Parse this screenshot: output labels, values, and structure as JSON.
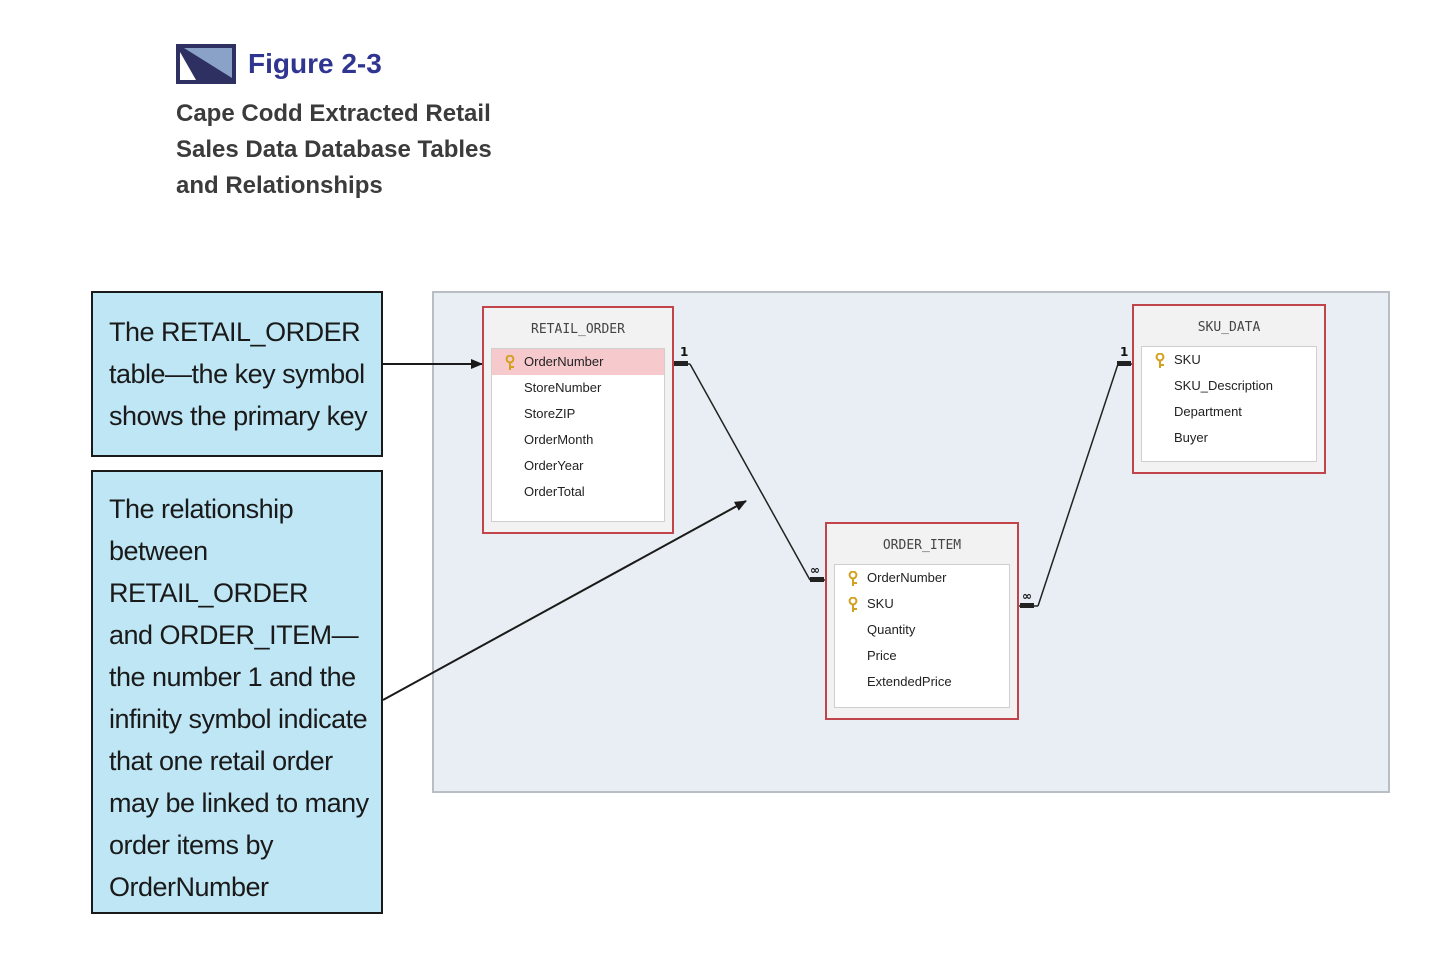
{
  "figure": {
    "label": "Figure 2-3",
    "title_lines": [
      "Cape Codd Extracted Retail",
      "Sales Data Database Tables",
      "and Relationships"
    ],
    "accent_color": "#2f3590"
  },
  "callouts": [
    {
      "lines": [
        "The RETAIL_ORDER",
        "table—the key symbol",
        "shows the primary key"
      ]
    },
    {
      "lines": [
        "The relationship",
        "between",
        "RETAIL_ORDER",
        "and ORDER_ITEM—",
        "the number 1 and the",
        "infinity symbol indicate",
        "that one retail order",
        "may be linked to many",
        "order items by",
        "OrderNumber"
      ]
    }
  ],
  "tables": {
    "retail_order": {
      "name": "RETAIL_ORDER",
      "fields": [
        {
          "name": "OrderNumber",
          "key": true,
          "selected": true
        },
        {
          "name": "StoreNumber",
          "key": false
        },
        {
          "name": "StoreZIP",
          "key": false
        },
        {
          "name": "OrderMonth",
          "key": false
        },
        {
          "name": "OrderYear",
          "key": false
        },
        {
          "name": "OrderTotal",
          "key": false
        }
      ]
    },
    "sku_data": {
      "name": "SKU_DATA",
      "fields": [
        {
          "name": "SKU",
          "key": true
        },
        {
          "name": "SKU_Description",
          "key": false
        },
        {
          "name": "Department",
          "key": false
        },
        {
          "name": "Buyer",
          "key": false
        }
      ]
    },
    "order_item": {
      "name": "ORDER_ITEM",
      "fields": [
        {
          "name": "OrderNumber",
          "key": true
        },
        {
          "name": "SKU",
          "key": true
        },
        {
          "name": "Quantity",
          "key": false
        },
        {
          "name": "Price",
          "key": false
        },
        {
          "name": "ExtendedPrice",
          "key": false
        }
      ]
    }
  },
  "relationships": {
    "retail_order_to_order_item": {
      "one_label": "1",
      "many_label": "∞"
    },
    "sku_data_to_order_item": {
      "one_label": "1",
      "many_label": "∞"
    }
  },
  "colors": {
    "callout_fill": "#bfe6f5",
    "table_border": "#c0444a",
    "selected_row": "#f6c9cd",
    "canvas": "#e8eef3",
    "key_icon": "#d4a020"
  }
}
